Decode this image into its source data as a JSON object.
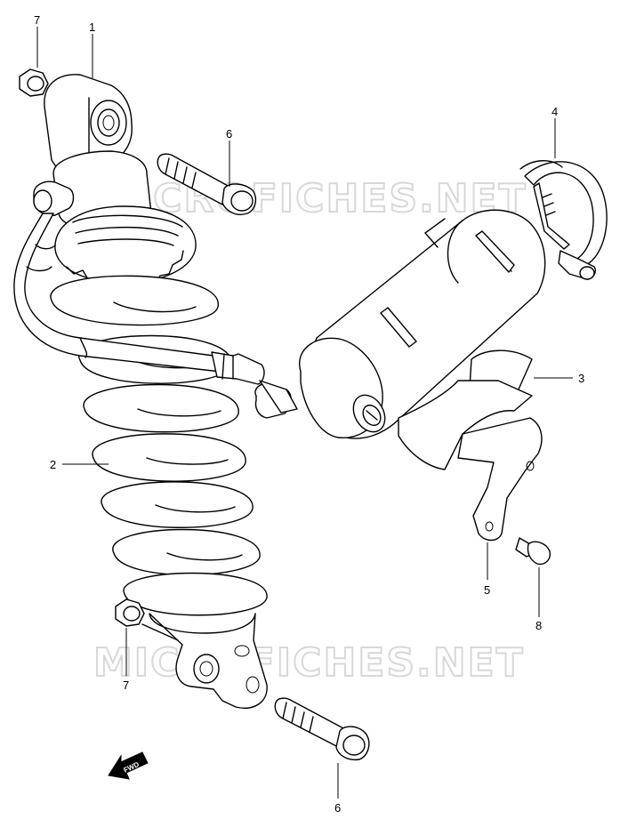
{
  "watermark": "MICROFICHES.NET",
  "fwd_label": "FWD",
  "callouts": [
    {
      "id": "1",
      "label": "1"
    },
    {
      "id": "2",
      "label": "2"
    },
    {
      "id": "3",
      "label": "3"
    },
    {
      "id": "4",
      "label": "4"
    },
    {
      "id": "5",
      "label": "5"
    },
    {
      "id": "6a",
      "label": "6"
    },
    {
      "id": "6b",
      "label": "6"
    },
    {
      "id": "7a",
      "label": "7"
    },
    {
      "id": "7b",
      "label": "7"
    },
    {
      "id": "8",
      "label": "8"
    }
  ]
}
